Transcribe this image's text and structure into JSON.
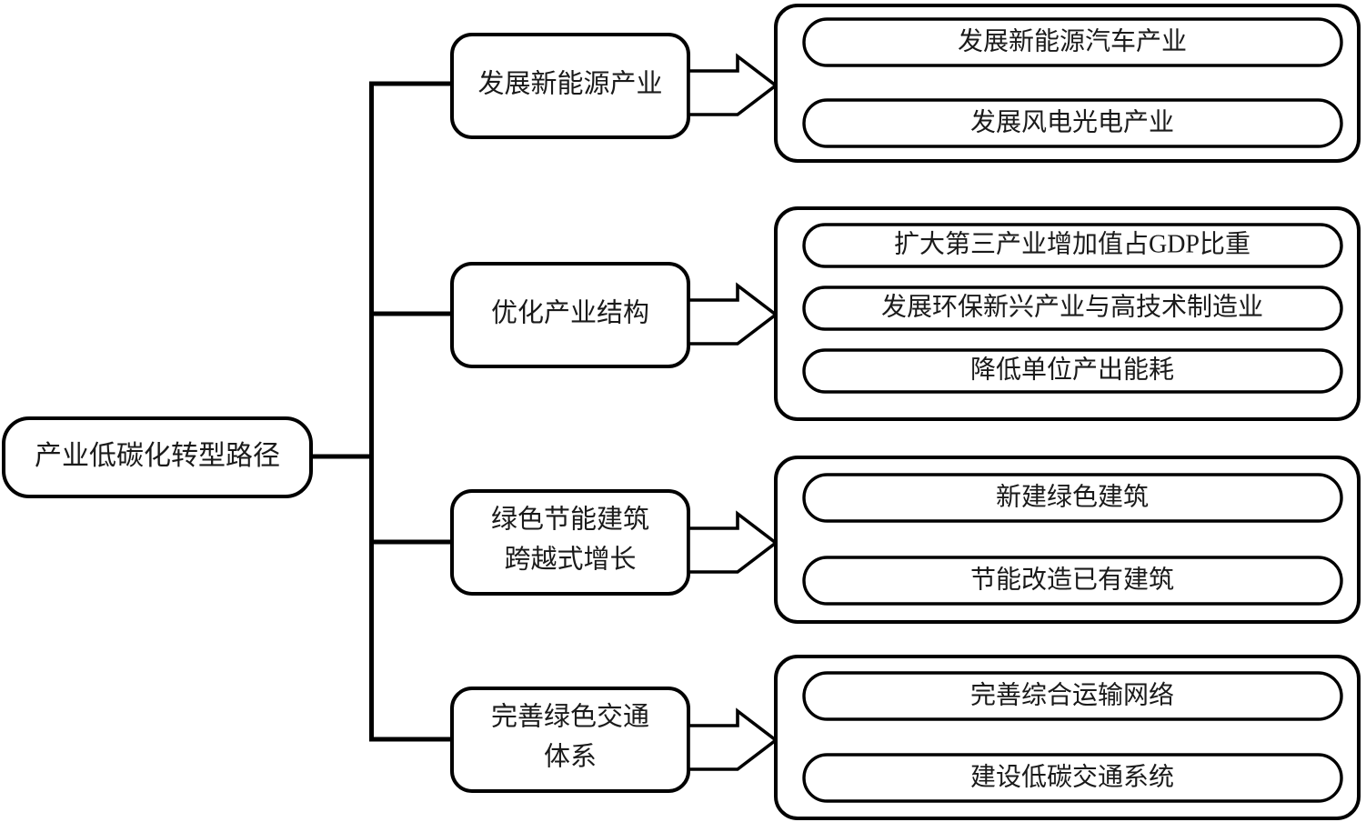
{
  "diagram": {
    "title": "产业低碳化转型路径",
    "type": "tree-mindmap",
    "orientation": "left-to-right",
    "colors": {
      "background": "#ffffff",
      "stroke": "#000000",
      "fill": "#ffffff",
      "text": "#1a1a1a"
    },
    "root": {
      "label": "产业低碳化转型路径"
    },
    "branches": [
      {
        "id": "branch-1",
        "label": "发展新能源产业",
        "label_lines": [
          "发展新能源产业"
        ],
        "arrow": "block-arrow-right",
        "children": [
          "发展新能源汽车产业",
          "发展风电光电产业"
        ]
      },
      {
        "id": "branch-2",
        "label": "优化产业结构",
        "label_lines": [
          "优化产业结构"
        ],
        "arrow": "block-arrow-right",
        "children": [
          "扩大第三产业增加值占GDP比重",
          "发展环保新兴产业与高技术制造业",
          "降低单位产出能耗"
        ]
      },
      {
        "id": "branch-3",
        "label": "绿色节能建筑跨越式增长",
        "label_lines": [
          "绿色节能建筑",
          "跨越式增长"
        ],
        "arrow": "block-arrow-right",
        "children": [
          "新建绿色建筑",
          "节能改造已有建筑"
        ]
      },
      {
        "id": "branch-4",
        "label": "完善绿色交通体系",
        "label_lines": [
          "完善绿色交通",
          "体系"
        ],
        "arrow": "block-arrow-right",
        "children": [
          "完善综合运输网络",
          "建设低碳交通系统"
        ]
      }
    ]
  }
}
